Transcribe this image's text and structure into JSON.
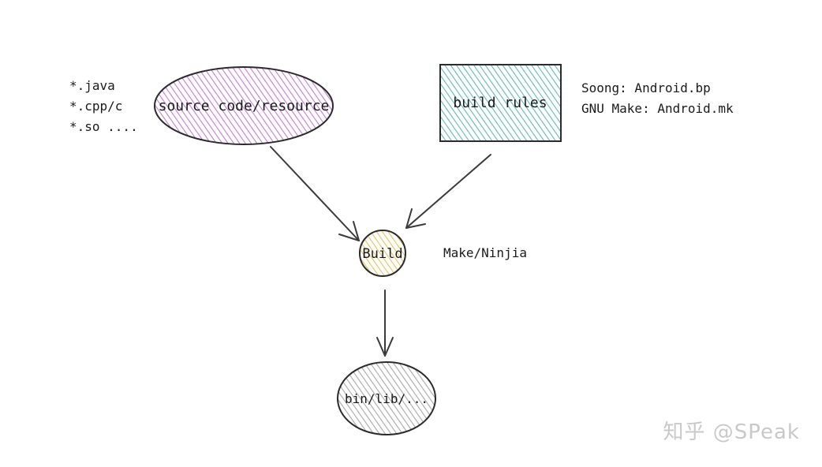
{
  "nodes": {
    "source": {
      "label": "source code/resource",
      "fill": "#d39ae0",
      "stroke": "#2b2b2b"
    },
    "rules": {
      "label": "build rules",
      "fill": "#7ecbd0",
      "stroke": "#2b2b2b"
    },
    "build": {
      "label": "Build",
      "fill": "#f2d37f",
      "stroke": "#2b2b2b"
    },
    "output": {
      "label": "bin/lib/...",
      "fill": "#bdbdbd",
      "stroke": "#2b2b2b"
    }
  },
  "notes": {
    "source_types": [
      "*.java",
      "*.cpp/c",
      "*.so ...."
    ],
    "rules_types": [
      "Soong: Android.bp",
      "GNU Make: Android.mk"
    ],
    "build_tool": "Make/Ninjia"
  },
  "watermark": "知乎 @SPeak",
  "colors": {
    "arrow": "#3a3a3a",
    "hatch_source": "#c77ad8",
    "hatch_rules": "#5fb9c0",
    "hatch_build": "#e8c25a",
    "hatch_output": "#a8a8a8"
  }
}
